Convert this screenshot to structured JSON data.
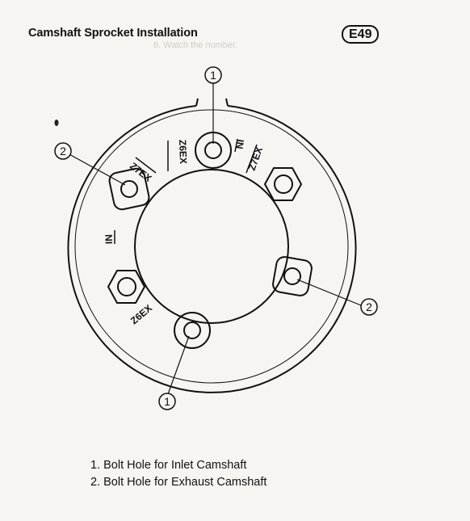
{
  "header": {
    "title": "Camshaft Sprocket Installation",
    "figure_ref": "E49",
    "ghost_text": "6. Watch the number."
  },
  "diagram": {
    "hole_labels": {
      "z6ex_top": "Z6EX",
      "in_top": "IN",
      "z7ex_right": "Z7EX",
      "z7ex_left": "Z7EX",
      "in_left": "IN",
      "z6ex_bottom": "Z6EX"
    },
    "callouts": {
      "top": "1",
      "left": "2",
      "right": "2",
      "bottom": "1"
    }
  },
  "legend": {
    "items": [
      {
        "num": "1.",
        "text": "Bolt Hole for Inlet Camshaft"
      },
      {
        "num": "2.",
        "text": "Bolt Hole for Exhaust Camshaft"
      }
    ]
  }
}
